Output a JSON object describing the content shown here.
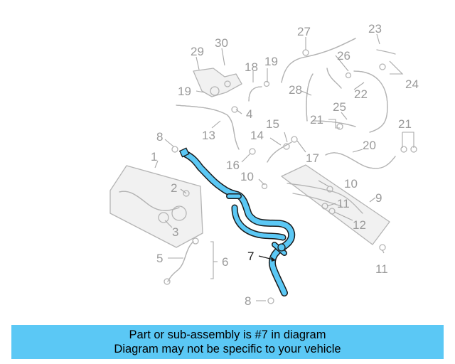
{
  "diagram": {
    "highlight_color": "#5bc8f5",
    "callouts": [
      "1",
      "2",
      "3",
      "4",
      "5",
      "6",
      "7",
      "8",
      "8",
      "9",
      "10",
      "10",
      "11",
      "11",
      "12",
      "13",
      "14",
      "15",
      "16",
      "17",
      "18",
      "19",
      "19",
      "20",
      "21",
      "21",
      "22",
      "23",
      "24",
      "25",
      "26",
      "27",
      "28",
      "29",
      "30"
    ]
  },
  "banner": {
    "line1": "Part or sub-assembly is #7 in diagram",
    "line2": "Diagram may not be specific to your vehicle",
    "color": "#5bc8f5"
  }
}
